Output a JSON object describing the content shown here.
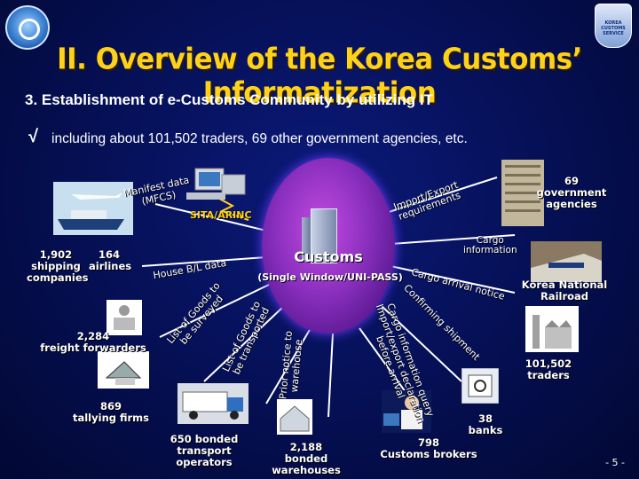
{
  "slide": {
    "title": "II. Overview of the Korea Customs’ Informatization",
    "subtitle": "3. Establishment of e-Customs Community by utilizing IT",
    "bullet_mark": "√",
    "bullet_text": "including about 101,502 traders, 69 other government agencies, etc.",
    "page_number": "- 5 -",
    "right_logo_text": "KOREA CUSTOMS SERVICE"
  },
  "center": {
    "label": "Customs",
    "sublabel": "(Single Window/UNI-PASS)"
  },
  "nodes": {
    "shipping": "1,902\nshipping\ncompanies",
    "airlines": "164\nairlines",
    "forwarders": "2,284\nfreight forwarders",
    "tallying": "869\ntallying firms",
    "transport": "650 bonded transport\noperators",
    "warehouses": "2,188\nbonded warehouses",
    "brokers": "798\nCustoms brokers",
    "banks": "38\nbanks",
    "traders": "101,502\ntraders",
    "railroad": "Korea National\nRailroad",
    "government": "69\ngovernment\nagencies"
  },
  "flows": {
    "manifest": "Manifest data\n(MFCS)",
    "sita": "SITA/ARINC",
    "house_bl": "House B/L data",
    "goods_surveyed": "List of Goods to\nbe surveyed",
    "goods_transported": "List of Goods to\nbe transported",
    "prior_notice": "Prior notice to\nwarehouse",
    "cargo_info_query": "Cargo information query\nImport/export declaration\nbefore arrival",
    "confirming_shipment": "Confirming shipment",
    "cargo_arrival": "Cargo arrival notice",
    "cargo_information": "Cargo\ninformation",
    "import_export_req": "Import/Export\nrequirements"
  }
}
